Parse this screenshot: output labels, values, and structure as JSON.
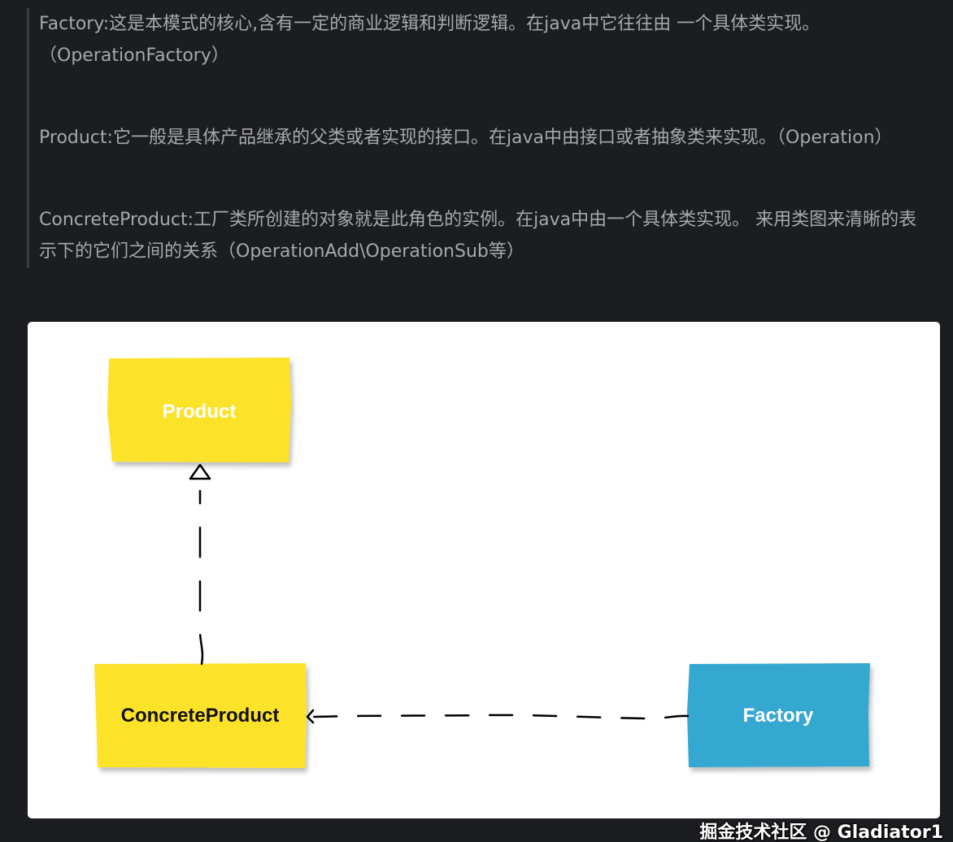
{
  "description": {
    "factory_line1": "Factory:这是本模式的核心,含有一定的商业逻辑和判断逻辑。在java中它往往由 一个具体类实现。",
    "factory_line2": "（OperationFactory）",
    "product": "Product:它一般是具体产品继承的父类或者实现的接口。在java中由接口或者抽象类来实现。（Operation）",
    "concrete_line1": "ConcreteProduct:工厂类所创建的对象就是此角色的实例。在java中由一个具体类实现。 来用类图来清晰的表",
    "concrete_line2": "示下的它们之间的关系（OperationAdd\\OperationSub等）"
  },
  "diagram": {
    "nodes": {
      "product": "Product",
      "concrete_product": "ConcreteProduct",
      "factory": "Factory"
    },
    "edges": [
      {
        "from": "ConcreteProduct",
        "to": "Product",
        "kind": "realization"
      },
      {
        "from": "Factory",
        "to": "ConcreteProduct",
        "kind": "dependency"
      }
    ],
    "colors": {
      "product_fill": "#fde22c",
      "concrete_fill": "#fde22c",
      "factory_fill": "#35a8d1",
      "line": "#000000"
    }
  },
  "watermark": "掘金技术社区 @ Gladiator1"
}
